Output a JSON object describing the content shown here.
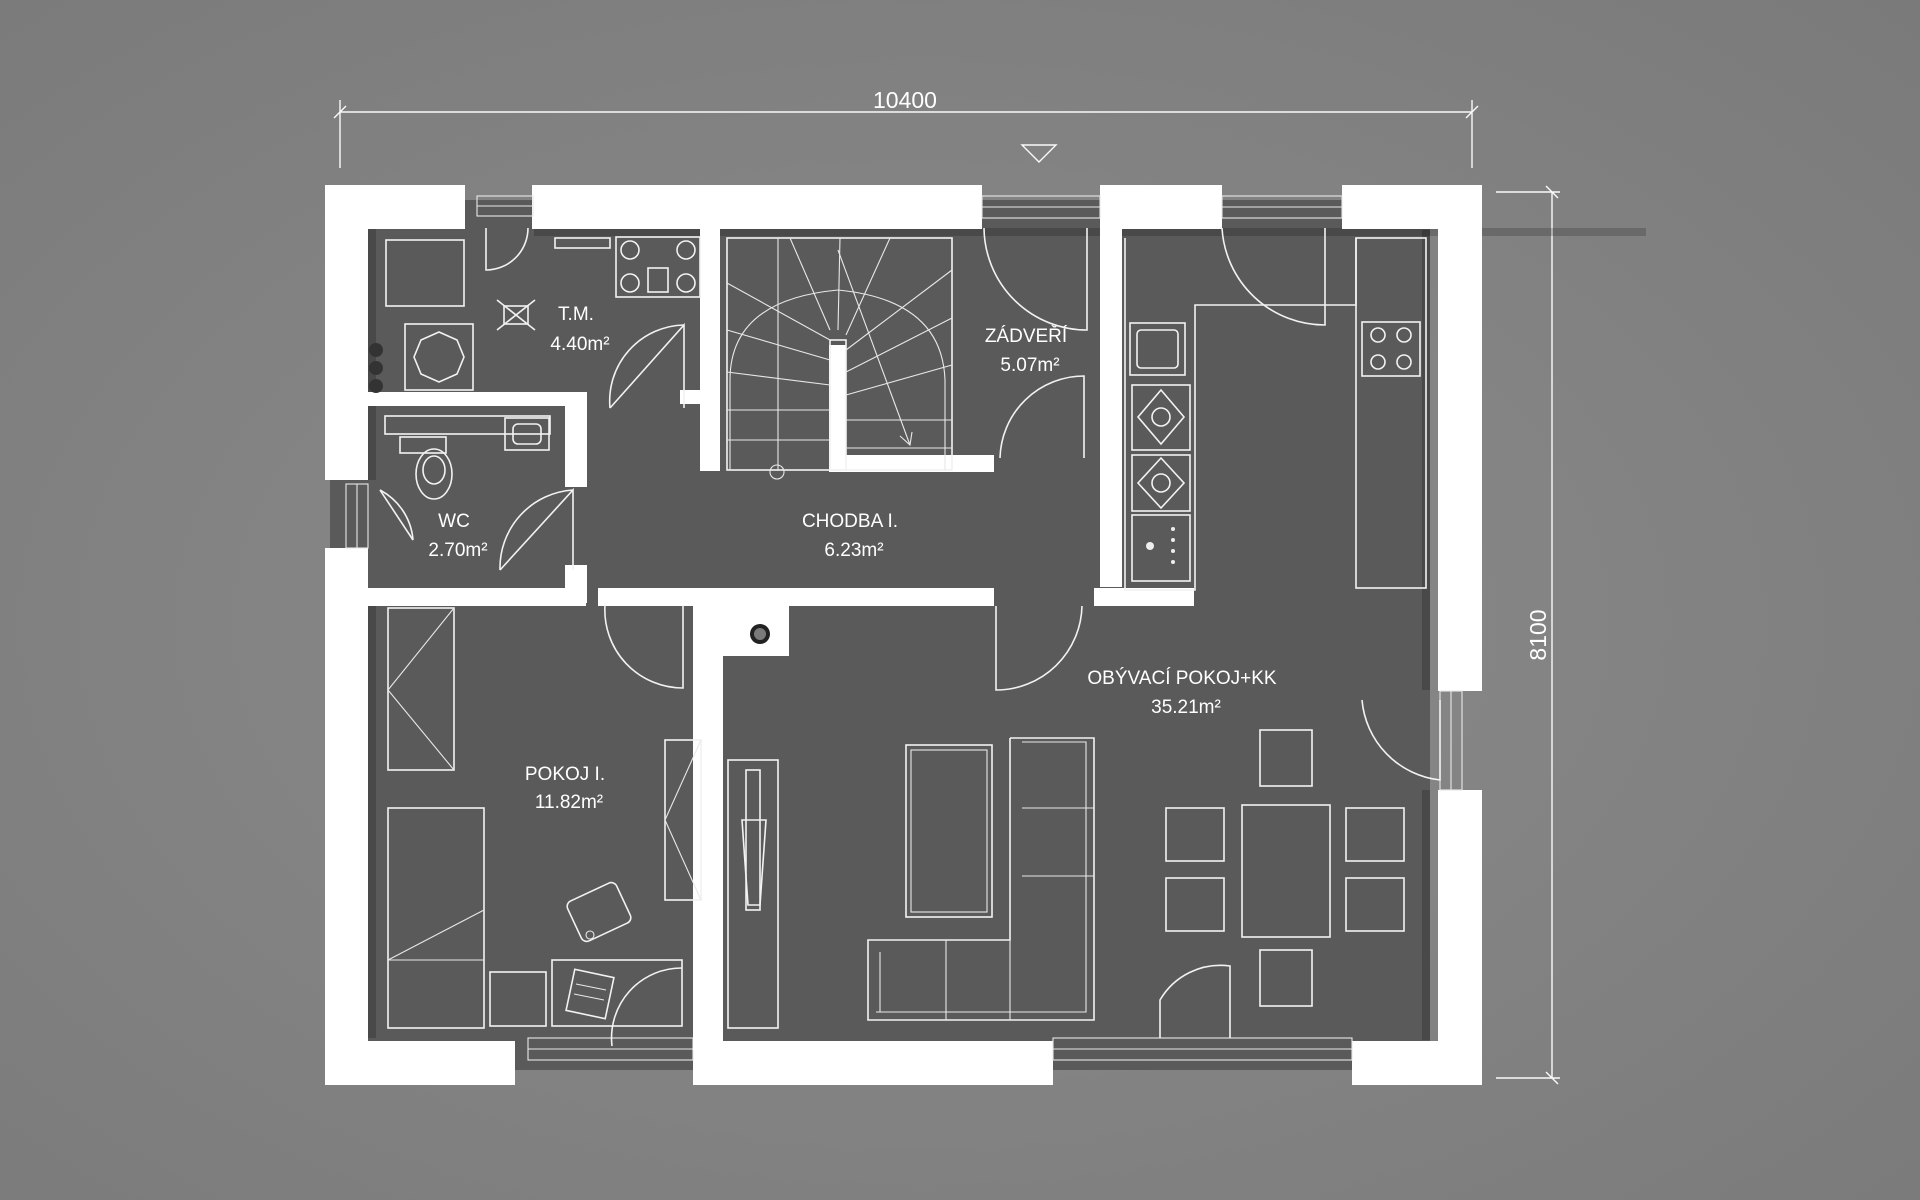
{
  "dimensions": {
    "width": "10400",
    "height": "8100"
  },
  "rooms": [
    {
      "name": "T.M.",
      "area": "4.40m²"
    },
    {
      "name": "WC",
      "area": "2.70m²"
    },
    {
      "name": "CHODBA I.",
      "area": "6.23m²"
    },
    {
      "name": "ZÁDVEŘÍ",
      "area": "5.07m²"
    },
    {
      "name": "POKOJ I.",
      "area": "11.82m²"
    },
    {
      "name": "OBÝVACÍ POKOJ+KK",
      "area": "35.21m²"
    }
  ],
  "entrance_marker_icon": "down-triangle-icon",
  "colors": {
    "background": "#848484",
    "floor": "#5a5a5a",
    "walls": "#ffffff",
    "lines": "#f2f2f2"
  }
}
